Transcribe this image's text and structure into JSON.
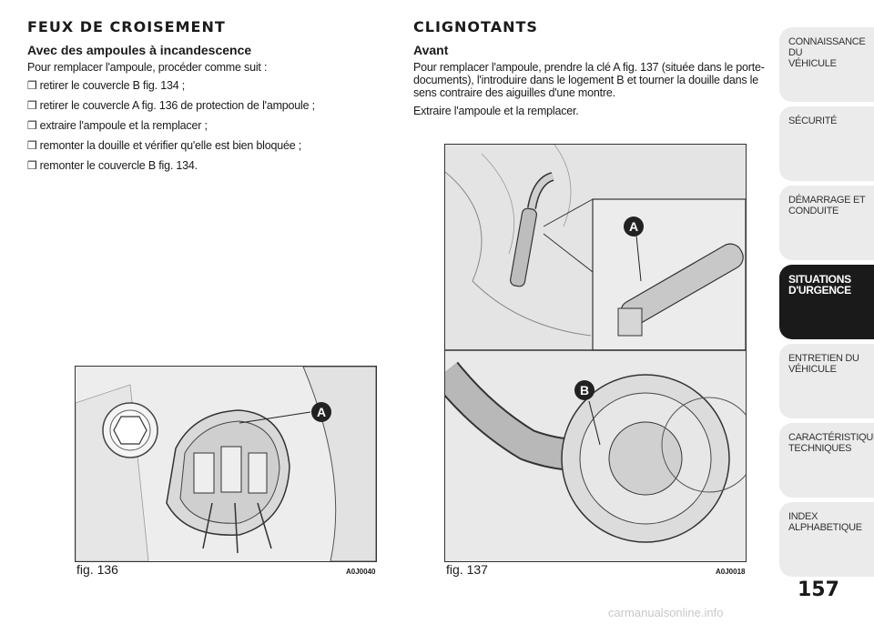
{
  "left": {
    "title": "FEUX DE CROISEMENT",
    "subtitle": "Avec des ampoules à incandescence",
    "intro": "Pour remplacer l'ampoule, procéder comme suit :",
    "bullet": "❒",
    "steps": [
      "retirer le couvercle B fig. 134 ;",
      "retirer le couvercle A fig. 136 de protection de l'ampoule ;",
      "extraire l'ampoule et la remplacer ;",
      "remonter la douille et vérifier qu'elle est bien bloquée ;",
      "remonter le couvercle B fig. 134."
    ]
  },
  "right": {
    "title": "CLIGNOTANTS",
    "subtitle": "Avant",
    "para1": "Pour remplacer l'ampoule, prendre la clé A fig. 137 (située dans le porte-documents), l'introduire dans le logement B et tourner la douille dans le sens contraire des aiguilles d'une montre.",
    "para2": "Extraire l'ampoule et la remplacer."
  },
  "figures": {
    "fig136": {
      "caption": "fig. 136",
      "code": "A0J0040",
      "label_a": "A"
    },
    "fig137": {
      "caption": "fig. 137",
      "code": "A0J0018",
      "label_a": "A",
      "label_b": "B"
    }
  },
  "sidebar": {
    "tabs": [
      {
        "line1": "CONNAISSANCE DU",
        "line2": "VÉHICULE"
      },
      {
        "line1": "SÉCURITÉ",
        "line2": ""
      },
      {
        "line1": "DÉMARRAGE ET",
        "line2": "CONDUITE"
      },
      {
        "line1": "SITUATIONS",
        "line2": "D'URGENCE"
      },
      {
        "line1": "ENTRETIEN DU",
        "line2": "VÉHICULE"
      },
      {
        "line1": "CARACTÉRISTIQUES",
        "line2": "TECHNIQUES"
      },
      {
        "line1": "INDEX",
        "line2": "ALPHABETIQUE"
      }
    ],
    "active_index": 3
  },
  "page_number": "157",
  "watermark": "carmanualsonline.info"
}
